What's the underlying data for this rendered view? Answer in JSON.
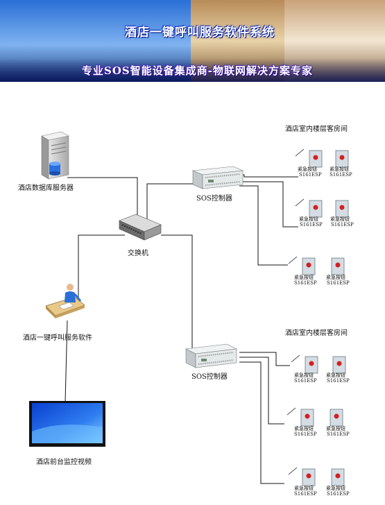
{
  "banner": {
    "title": "酒店一键呼叫服务软件系统",
    "subtitle": "专业SOS智能设备集成商-物联网解决方案专家"
  },
  "nodes": {
    "db_server": "酒店数据库服务器",
    "switch": "交换机",
    "controller": "SOS控制器",
    "software": "酒店一键呼叫服务软件",
    "monitor": "酒店前台监控视频",
    "guest_floor": "酒店室内楼层客房间",
    "panel_label": "紧急按钮",
    "panel_model": "S161ESP"
  },
  "colors": {
    "line": "#111111",
    "panel": "#d4dce4",
    "button": "#d42020"
  }
}
